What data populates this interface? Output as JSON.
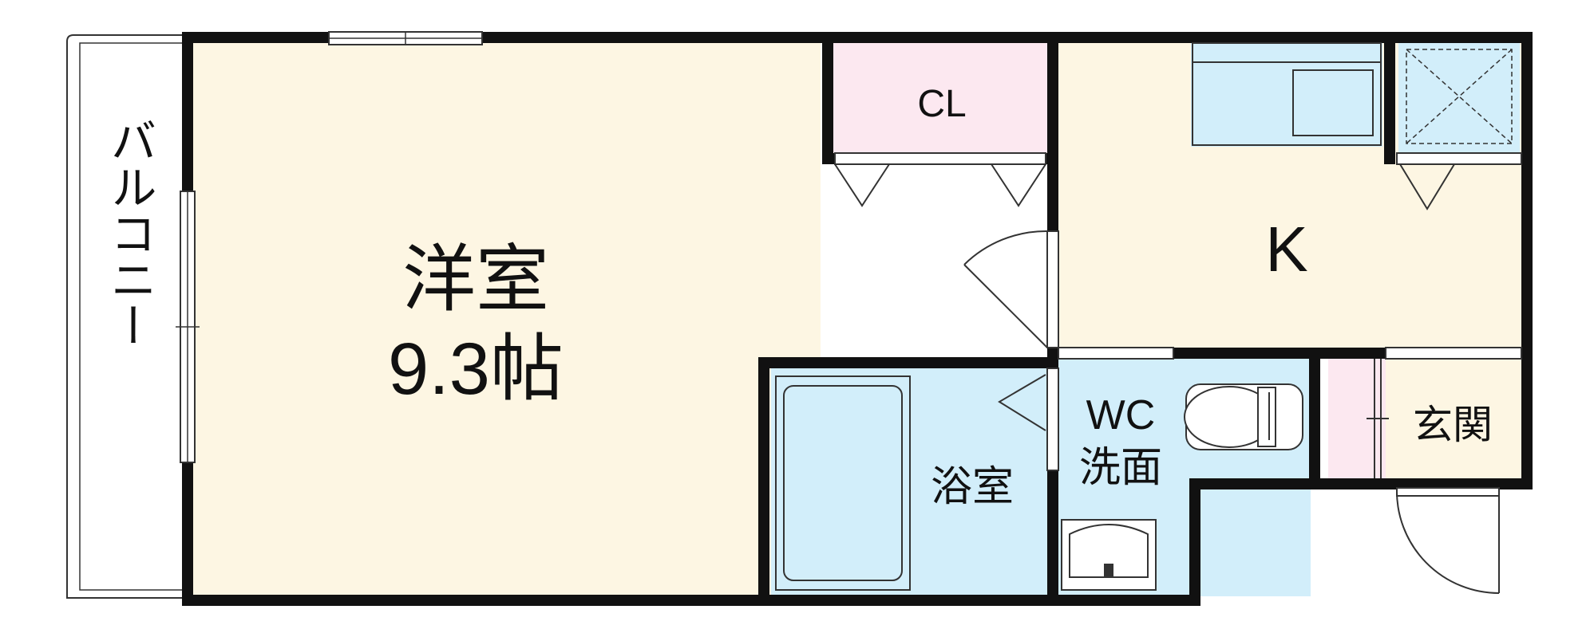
{
  "colors": {
    "room_floor": "#FDF6E3",
    "closet": "#FCE8F0",
    "wet_area": "#D2EEFA",
    "wall": "#111111"
  },
  "rooms": {
    "western_room": {
      "name": "洋室",
      "size": "9.3帖"
    },
    "closet": {
      "name": "CL"
    },
    "kitchen": {
      "name": "K"
    },
    "bathroom": {
      "name": "浴室"
    },
    "toilet_washroom": {
      "line1": "WC",
      "line2": "洗面"
    },
    "entrance": {
      "name": "玄関"
    },
    "balcony": {
      "name": "バルコニー"
    }
  }
}
